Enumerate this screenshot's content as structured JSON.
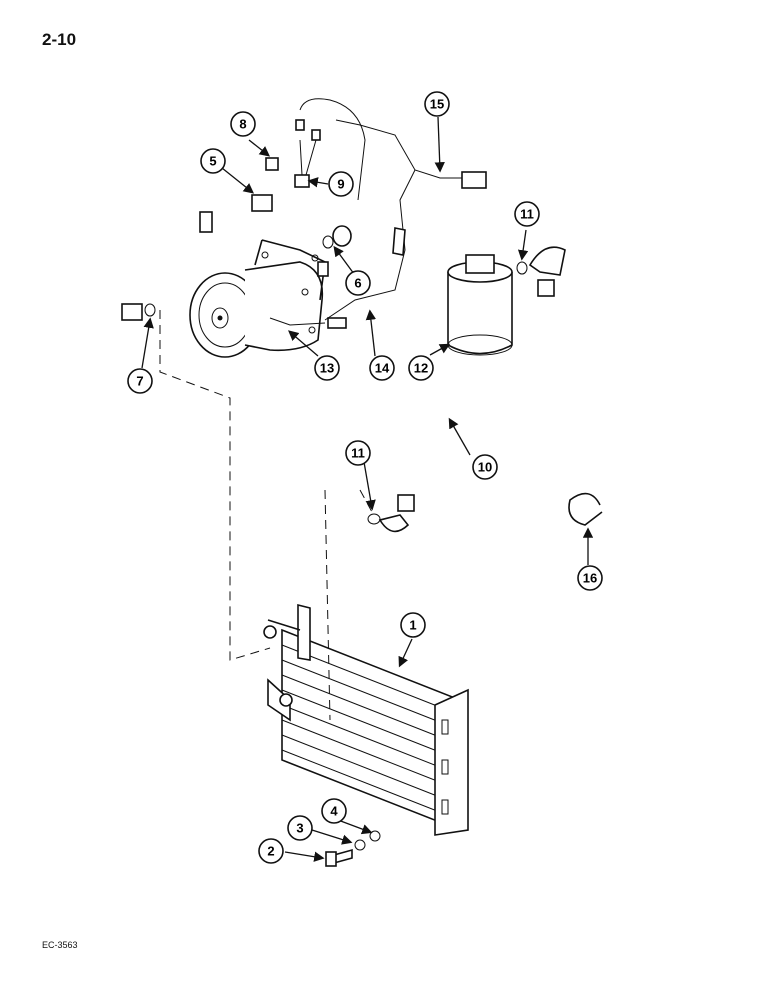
{
  "page": {
    "number": "2-10",
    "figure_code": "EC-3563"
  },
  "callouts": [
    {
      "id": "c1",
      "label": "1"
    },
    {
      "id": "c2",
      "label": "2"
    },
    {
      "id": "c3",
      "label": "3"
    },
    {
      "id": "c4",
      "label": "4"
    },
    {
      "id": "c5",
      "label": "5"
    },
    {
      "id": "c6",
      "label": "6"
    },
    {
      "id": "c7",
      "label": "7"
    },
    {
      "id": "c8",
      "label": "8"
    },
    {
      "id": "c9",
      "label": "9"
    },
    {
      "id": "c10",
      "label": "10"
    },
    {
      "id": "c11a",
      "label": "11"
    },
    {
      "id": "c11b",
      "label": "11"
    },
    {
      "id": "c12",
      "label": "12"
    },
    {
      "id": "c13",
      "label": "13"
    },
    {
      "id": "c14",
      "label": "14"
    },
    {
      "id": "c15",
      "label": "15"
    },
    {
      "id": "c16",
      "label": "16"
    }
  ]
}
